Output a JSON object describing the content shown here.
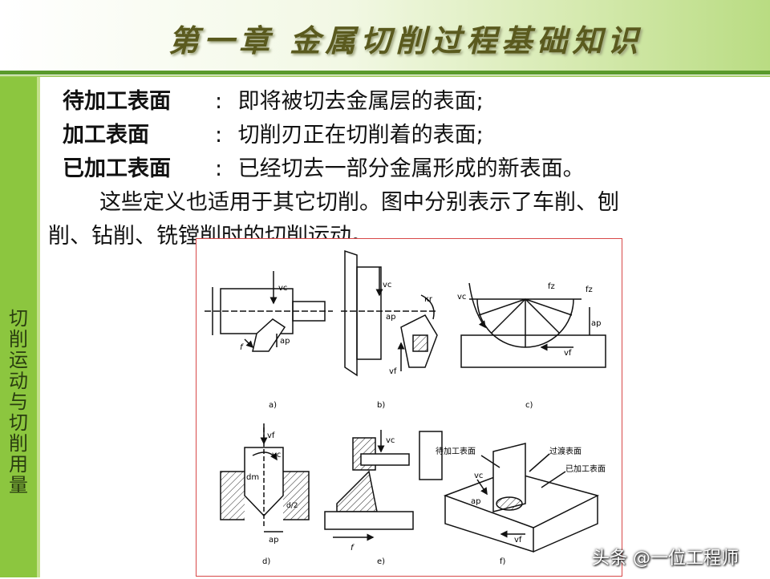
{
  "header": {
    "title": "第一章 金属切削过程基础知识"
  },
  "sidebar": {
    "label": "切削运动与切削用量"
  },
  "content": {
    "definitions": [
      {
        "term": "待加工表面",
        "colon": ":",
        "text": "即将被切去金属层的表面;"
      },
      {
        "term": "加工表面",
        "colon": ":",
        "text": "切削刃正在切削着的表面;"
      },
      {
        "term": "已加工表面",
        "colon": ":",
        "text": "已经切去一部分金属形成的新表面。"
      }
    ],
    "paragraph_line1": "这些定义也适用于其它切削。图中分别表示了车削、刨",
    "paragraph_line2": "削、钻削、铣镗削时的切削运动。"
  },
  "figure": {
    "captions": [
      "a)",
      "b)",
      "c)",
      "d)",
      "e)",
      "f)"
    ],
    "labels": {
      "vc": "vc",
      "vf": "vf",
      "f": "f",
      "ap": "ap",
      "kr": "κr",
      "fz": "fz",
      "dm": "dm",
      "d2": "d/2",
      "daijiagong": "待加工表面",
      "guodu": "过渡表面",
      "yijiagong": "已加工表面"
    }
  },
  "watermark": "头条 @一位工程师",
  "colors": {
    "sidebar": "#8cc63f",
    "title": "#5a5a1e",
    "figure_border": "#d84848"
  }
}
